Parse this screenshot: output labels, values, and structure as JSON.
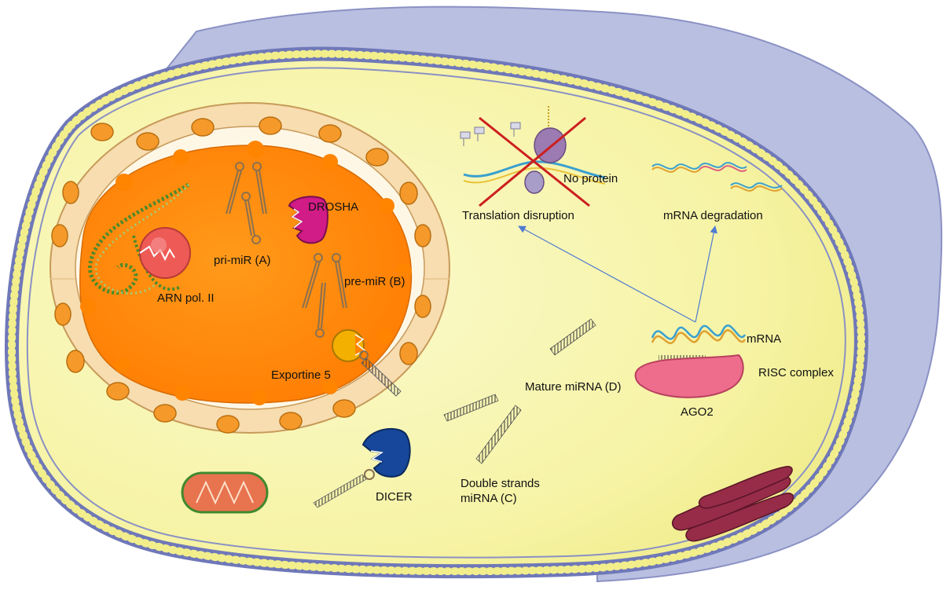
{
  "labels": {
    "drosha": "DROSHA",
    "pri_mir": "pri-miR (A)",
    "pre_mir": "pre-miR (B)",
    "arn_pol": "ARN pol. II",
    "exportine": "Exportine 5",
    "translation_disruption": "Translation disruption",
    "no_protein": "No protein",
    "mrna_degradation": "mRNA degradation",
    "mrna": "mRNA",
    "risc_complex": "RISC complex",
    "ago2": "AGO2",
    "mature_mirna": "Mature miRNA (D)",
    "double_strands_line1": "Double strands",
    "double_strands_line2": "miRNA (C)",
    "dicer": "DICER"
  },
  "colors": {
    "background": "#ffffff",
    "outer_tissue": "#b9bfe0",
    "cytoplasm": "#f6f3a4",
    "membrane_bead": "#f2ee8c",
    "membrane_line": "#6f78b8",
    "nuclear_envelope": "#f7ddb0",
    "nucleoplasm": "#ff8400",
    "drosha": "#d11b86",
    "pol_ii": "#ee5a55",
    "exportine": "#f4b000",
    "dicer": "#17479a",
    "ago2": "#ee6c8c",
    "mitochondrion": "#e8734f",
    "er": "#962c48",
    "cross": "#cc1f1f",
    "arrow": "#4f7bd1"
  },
  "icons": [
    "dna-helix-icon",
    "hairpin-rna-icon",
    "duplex-rna-icon",
    "mrna-strand-icon",
    "ribosome-icon",
    "mitochondrion-icon",
    "endoplasmic-reticulum-icon"
  ]
}
